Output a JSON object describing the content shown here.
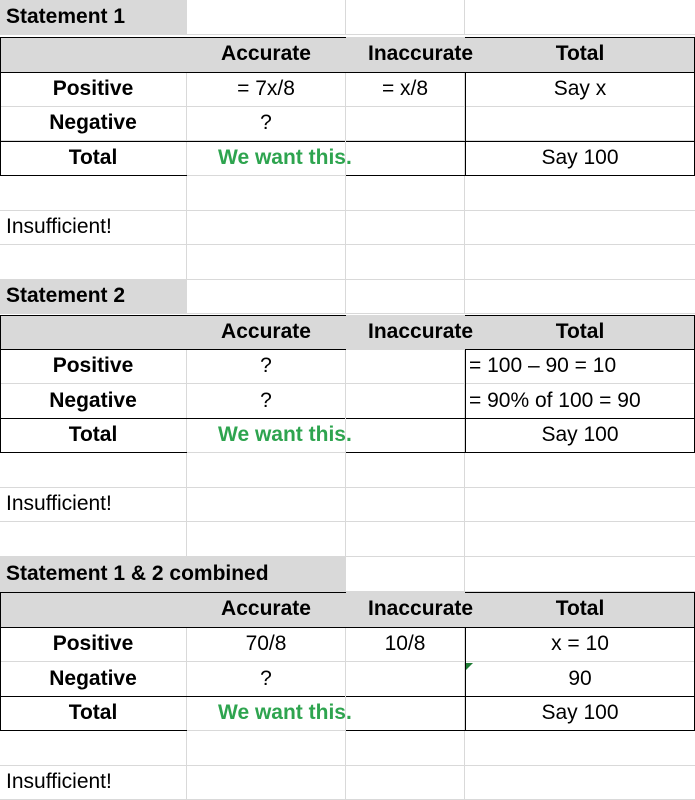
{
  "sections": [
    {
      "title": "Statement 1",
      "headers": [
        "",
        "Accurate",
        "Inaccurate",
        "Total"
      ],
      "rows": [
        {
          "label": "Positive",
          "accurate": "= 7x/8",
          "inaccurate": "= x/8",
          "total": "Say x"
        },
        {
          "label": "Negative",
          "accurate": "?",
          "inaccurate": "",
          "total": ""
        },
        {
          "label": "Total",
          "accurate": "We want this.",
          "inaccurate": "",
          "total": "Say 100"
        }
      ],
      "conclusion": "Insufficient!"
    },
    {
      "title": "Statement 2",
      "headers": [
        "",
        "Accurate",
        "Inaccurate",
        "Total"
      ],
      "rows": [
        {
          "label": "Positive",
          "accurate": "?",
          "inaccurate": "",
          "total": "= 100 – 90 = 10"
        },
        {
          "label": "Negative",
          "accurate": "?",
          "inaccurate": "",
          "total": "= 90% of 100 = 90"
        },
        {
          "label": "Total",
          "accurate": "We want this.",
          "inaccurate": "",
          "total": "Say 100"
        }
      ],
      "conclusion": "Insufficient!"
    },
    {
      "title": "Statement 1 & 2 combined",
      "headers": [
        "",
        "Accurate",
        "Inaccurate",
        "Total"
      ],
      "rows": [
        {
          "label": "Positive",
          "accurate": "70/8",
          "inaccurate": "10/8",
          "total": "x = 10"
        },
        {
          "label": "Negative",
          "accurate": "?",
          "inaccurate": "",
          "total": "90"
        },
        {
          "label": "Total",
          "accurate": "We want this.",
          "inaccurate": "",
          "total": "Say 100"
        }
      ],
      "conclusion": "Insufficient!"
    }
  ],
  "colors": {
    "highlight_text": "#2ea44f",
    "header_fill": "#d9d9d9",
    "grid": "#d9d9d9"
  }
}
